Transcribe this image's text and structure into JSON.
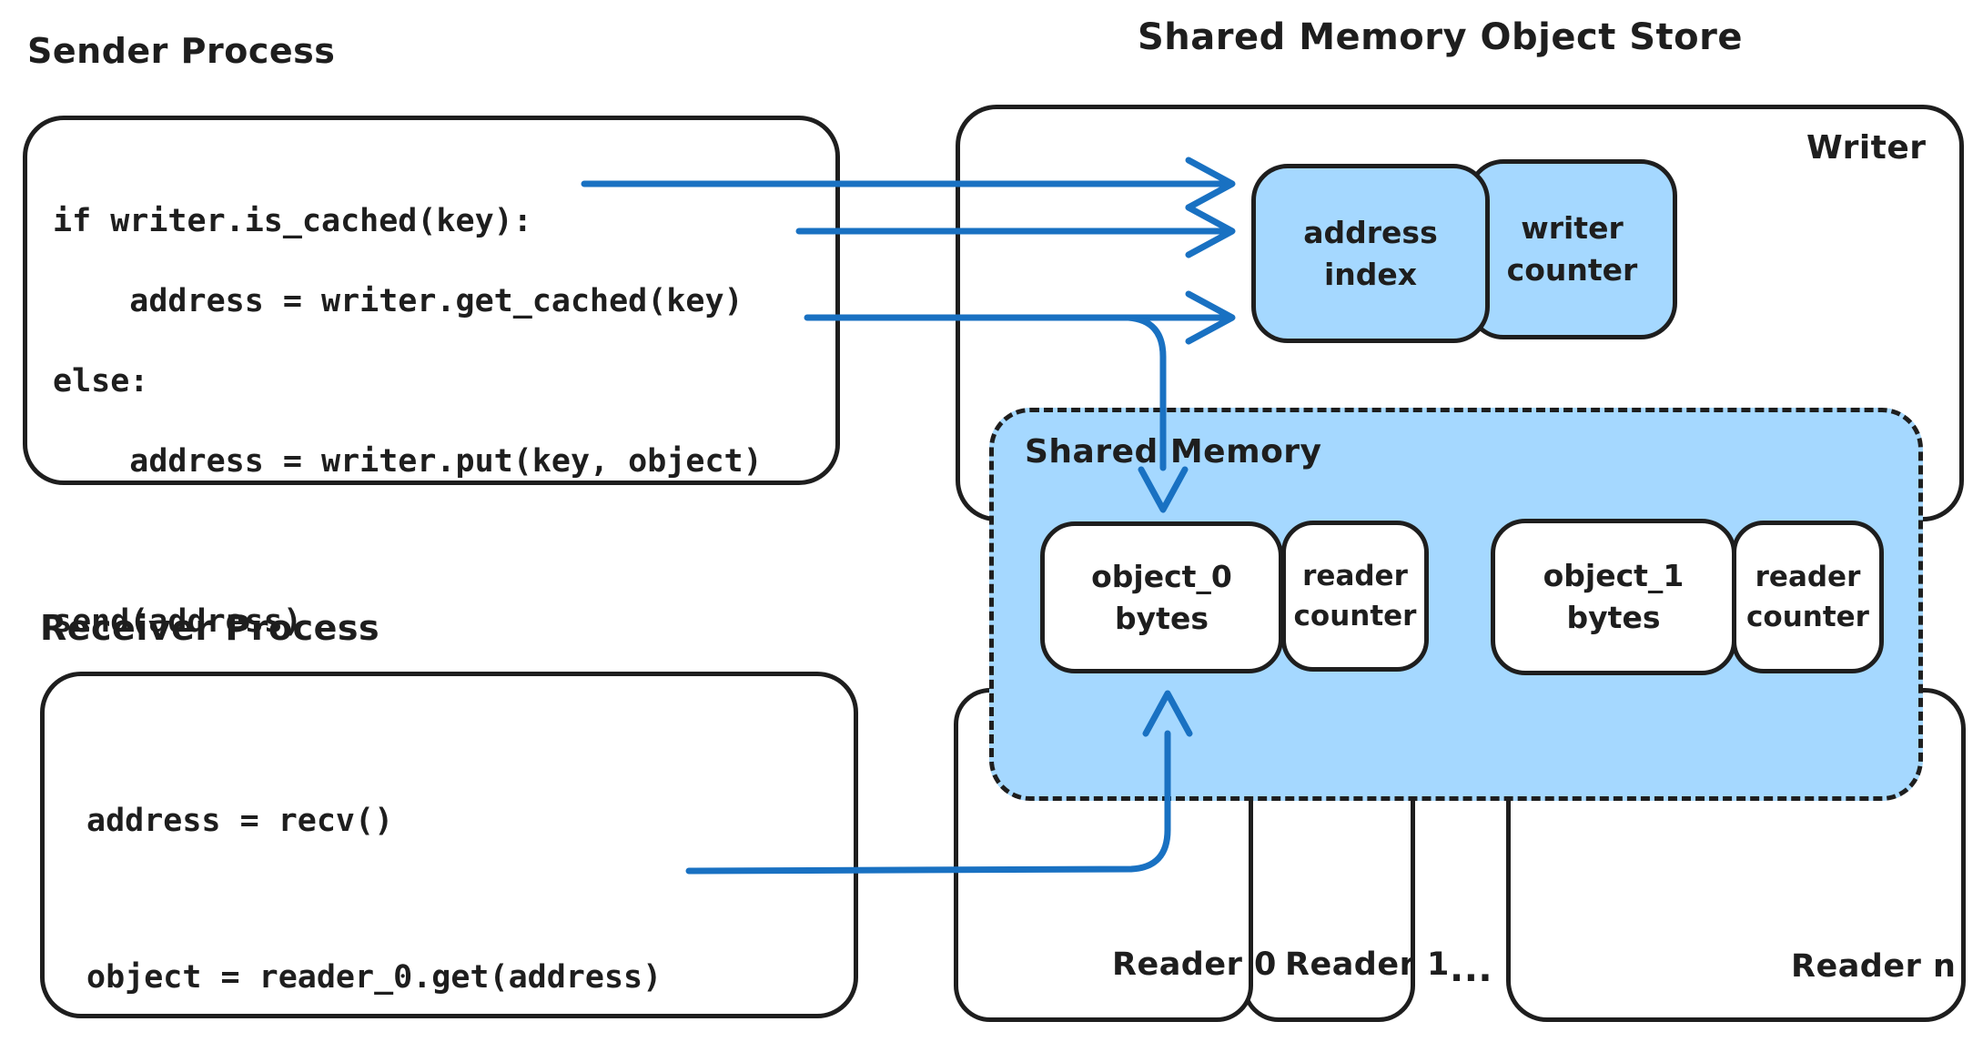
{
  "title": "Shared Memory Object Store",
  "colors": {
    "ink": "#1e1e1e",
    "shared_fill": "#a5d8ff",
    "arrow": "#1971c2",
    "background": "#ffffff"
  },
  "sender": {
    "title": "Sender Process",
    "code": [
      "if writer.is_cached(key):",
      "    address = writer.get_cached(key)",
      "else:",
      "    address = writer.put(key, object)",
      "",
      "send(address)"
    ]
  },
  "receiver": {
    "title": "Receiver Process",
    "code": [
      "address = recv()",
      "",
      "object = reader_0.get(address)"
    ]
  },
  "store": {
    "writer_label": "Writer",
    "address_index": {
      "line1": "address",
      "line2": "index"
    },
    "writer_counter": {
      "line1": "writer",
      "line2": "counter"
    },
    "shared_memory": {
      "label": "Shared Memory",
      "object_0": {
        "line1": "object_0",
        "line2": "bytes"
      },
      "reader_counter_0": {
        "line1": "reader",
        "line2": "counter"
      },
      "object_1": {
        "line1": "object_1",
        "line2": "bytes"
      },
      "reader_counter_1": {
        "line1": "reader",
        "line2": "counter"
      }
    },
    "readers": {
      "reader_0": "Reader 0",
      "reader_1": "Reader 1",
      "ellipsis": "...",
      "reader_n": "Reader n"
    }
  }
}
